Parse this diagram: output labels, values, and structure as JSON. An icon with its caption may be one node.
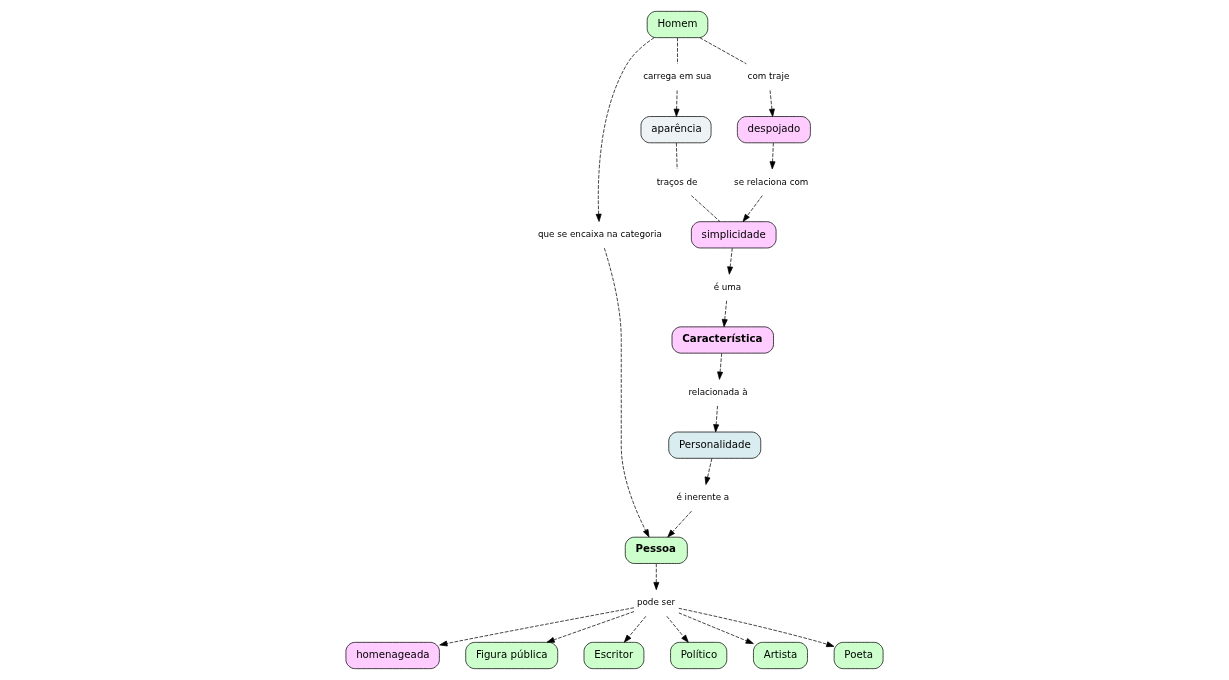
{
  "diagram": {
    "nodes": [
      {
        "text": [
          "Homem"
        ]
      },
      {
        "text": [
          "que se encaixa na categoria"
        ]
      },
      {
        "text": [
          "Pessoa"
        ]
      },
      {
        "text": [
          "carrega em sua"
        ]
      },
      {
        "text": [
          "com traje"
        ]
      },
      {
        "text": [
          "aparência"
        ]
      },
      {
        "text": [
          "despojado"
        ]
      },
      {
        "text": [
          "traços de"
        ]
      },
      {
        "text": [
          "se relaciona com"
        ]
      },
      {
        "text": [
          "simplicidade"
        ]
      },
      {
        "text": [
          "é uma"
        ]
      },
      {
        "text": [
          "Característica"
        ]
      },
      {
        "text": [
          "relacionada à"
        ]
      },
      {
        "text": [
          "Personalidade"
        ]
      },
      {
        "text": [
          "é inerente a"
        ]
      },
      {
        "text": [
          "pode ser"
        ]
      },
      {
        "text": [
          "homenageada"
        ]
      },
      {
        "text": [
          "Figura pública"
        ]
      },
      {
        "text": [
          "Escritor"
        ]
      },
      {
        "text": [
          "Político"
        ]
      },
      {
        "text": [
          "Artista"
        ]
      },
      {
        "text": [
          "Poeta"
        ]
      }
    ],
    "edges": [
      {
        "from": 0,
        "to": 1,
        "arrow": "to",
        "style": "dashed"
      },
      {
        "from": 1,
        "to": 2,
        "arrow": "to",
        "style": "dashed"
      },
      {
        "from": 0,
        "to": 3,
        "arrow": "none",
        "style": "dashed"
      },
      {
        "from": 3,
        "to": 5,
        "arrow": "to",
        "style": "dashed"
      },
      {
        "from": 0,
        "to": 4,
        "arrow": "none",
        "style": "dashed"
      },
      {
        "from": 4,
        "to": 6,
        "arrow": "to",
        "style": "dashed"
      },
      {
        "from": 5,
        "to": 7,
        "arrow": "none",
        "style": "dashed"
      },
      {
        "from": 7,
        "to": 9,
        "arrow": "none",
        "style": "dashed"
      },
      {
        "from": 6,
        "to": 8,
        "arrow": "to",
        "style": "dashed"
      },
      {
        "from": 8,
        "to": 9,
        "arrow": "to",
        "style": "dashed"
      },
      {
        "from": 9,
        "to": 10,
        "arrow": "to",
        "style": "dashed"
      },
      {
        "from": 10,
        "to": 11,
        "arrow": "to",
        "style": "dashed"
      },
      {
        "from": 11,
        "to": 12,
        "arrow": "to",
        "style": "dashed"
      },
      {
        "from": 12,
        "to": 13,
        "arrow": "to",
        "style": "dashed"
      },
      {
        "from": 13,
        "to": 14,
        "arrow": "to",
        "style": "dashed"
      },
      {
        "from": 14,
        "to": 2,
        "arrow": "to",
        "style": "dashed"
      },
      {
        "from": 2,
        "to": 15,
        "arrow": "to",
        "style": "dashed"
      },
      {
        "from": 15,
        "to": 16,
        "arrow": "to",
        "style": "dashed"
      },
      {
        "from": 15,
        "to": 17,
        "arrow": "to",
        "style": "dashed"
      },
      {
        "from": 15,
        "to": 18,
        "arrow": "to",
        "style": "dashed"
      },
      {
        "from": 15,
        "to": 19,
        "arrow": "to",
        "style": "dashed"
      },
      {
        "from": 15,
        "to": 20,
        "arrow": "to",
        "style": "dashed"
      },
      {
        "from": 15,
        "to": 21,
        "arrow": "to",
        "style": "dashed"
      }
    ]
  }
}
